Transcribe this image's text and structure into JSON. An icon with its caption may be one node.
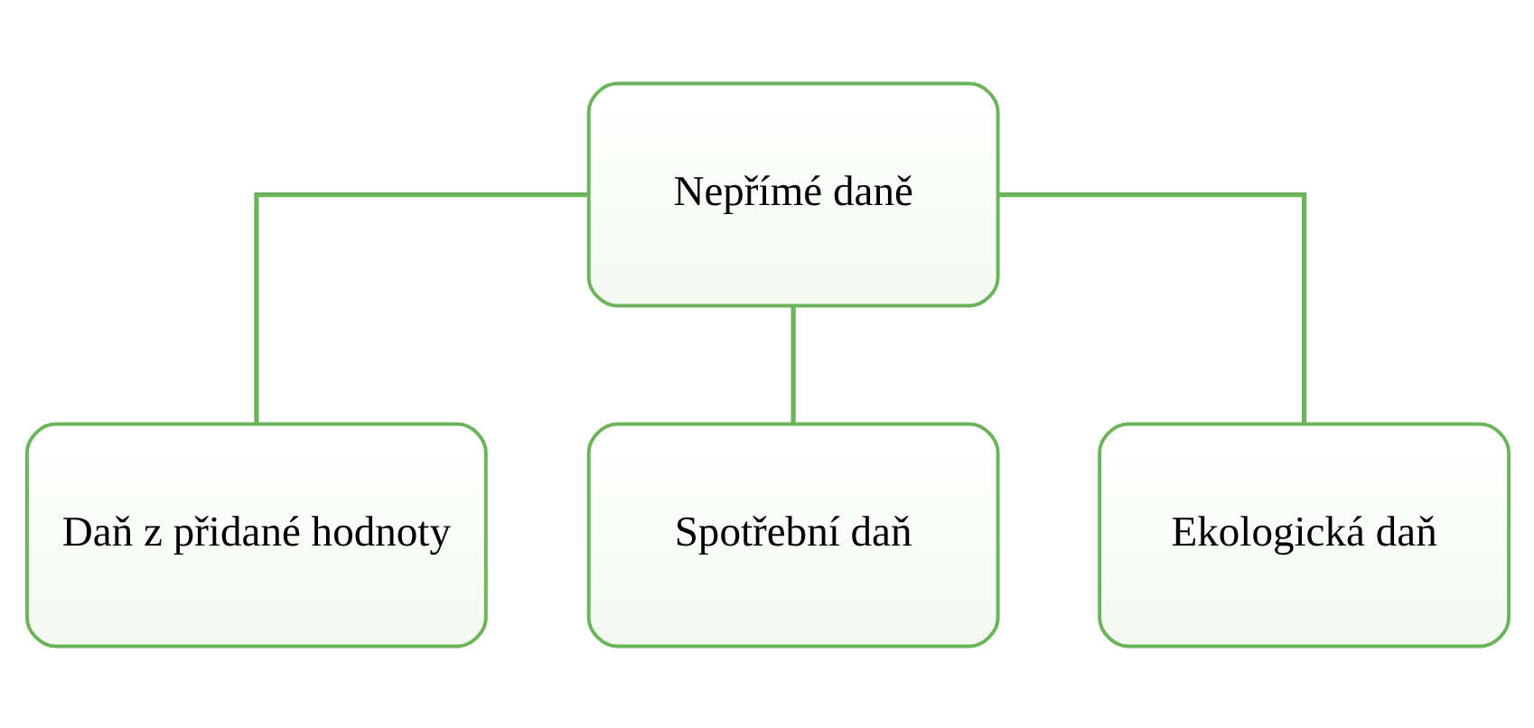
{
  "diagram": {
    "nodes": [
      {
        "text": [
          "Nepřímé daně"
        ]
      },
      {
        "text": [
          "Daň z přidané hodnoty"
        ]
      },
      {
        "text": [
          "Spotřební daň"
        ]
      },
      {
        "text": [
          "Ekologická daň"
        ]
      }
    ],
    "edges": [
      {
        "from": 0,
        "to": 1,
        "arrow": "none"
      },
      {
        "from": 0,
        "to": 2,
        "arrow": "none"
      },
      {
        "from": 0,
        "to": 3,
        "arrow": "none"
      }
    ]
  }
}
